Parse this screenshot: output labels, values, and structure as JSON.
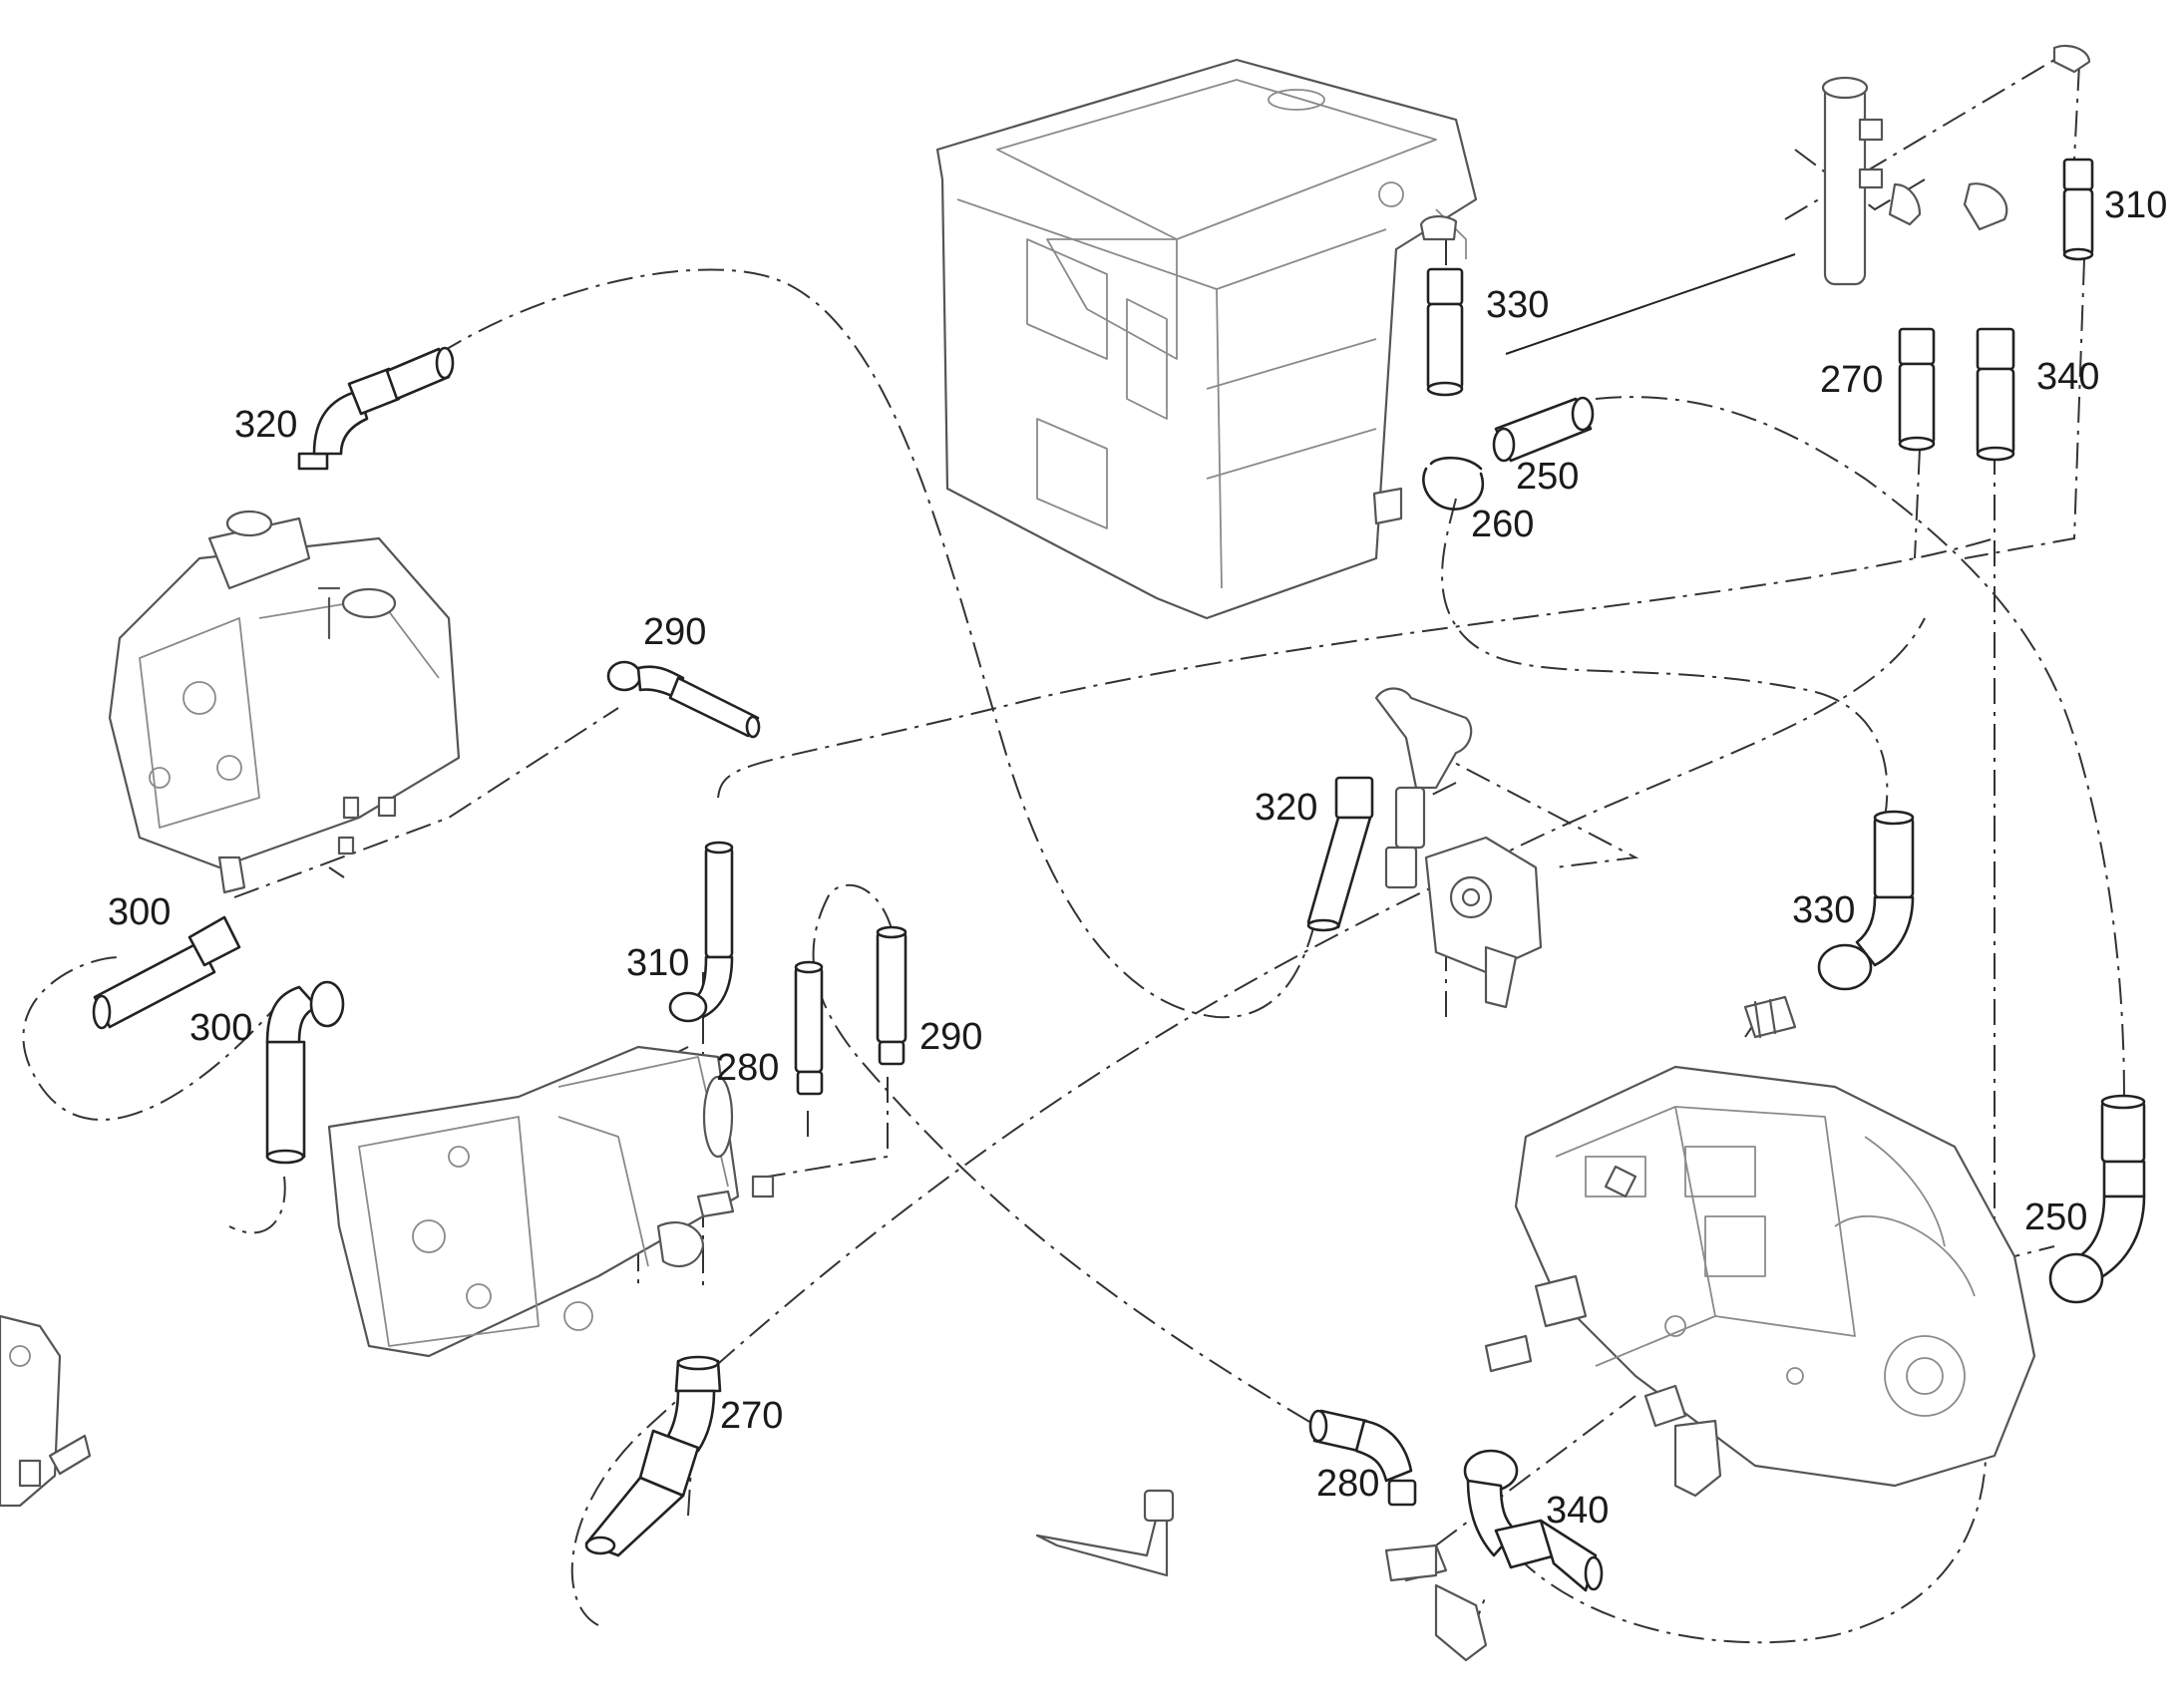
{
  "callouts": {
    "c320_top": "320",
    "c290_top": "290",
    "c300_left": "300",
    "c300_mid": "300",
    "c310_mid": "310",
    "c280_mid": "280",
    "c290_mid": "290",
    "c270_bottom": "270",
    "c330_top": "330",
    "c250_top": "250",
    "c260": "260",
    "c270_top": "270",
    "c340_top": "340",
    "c310_top": "310",
    "c320_mid": "320",
    "c330_right": "330",
    "c250_right": "250",
    "c280_bottom": "280",
    "c340_bottom": "340"
  }
}
